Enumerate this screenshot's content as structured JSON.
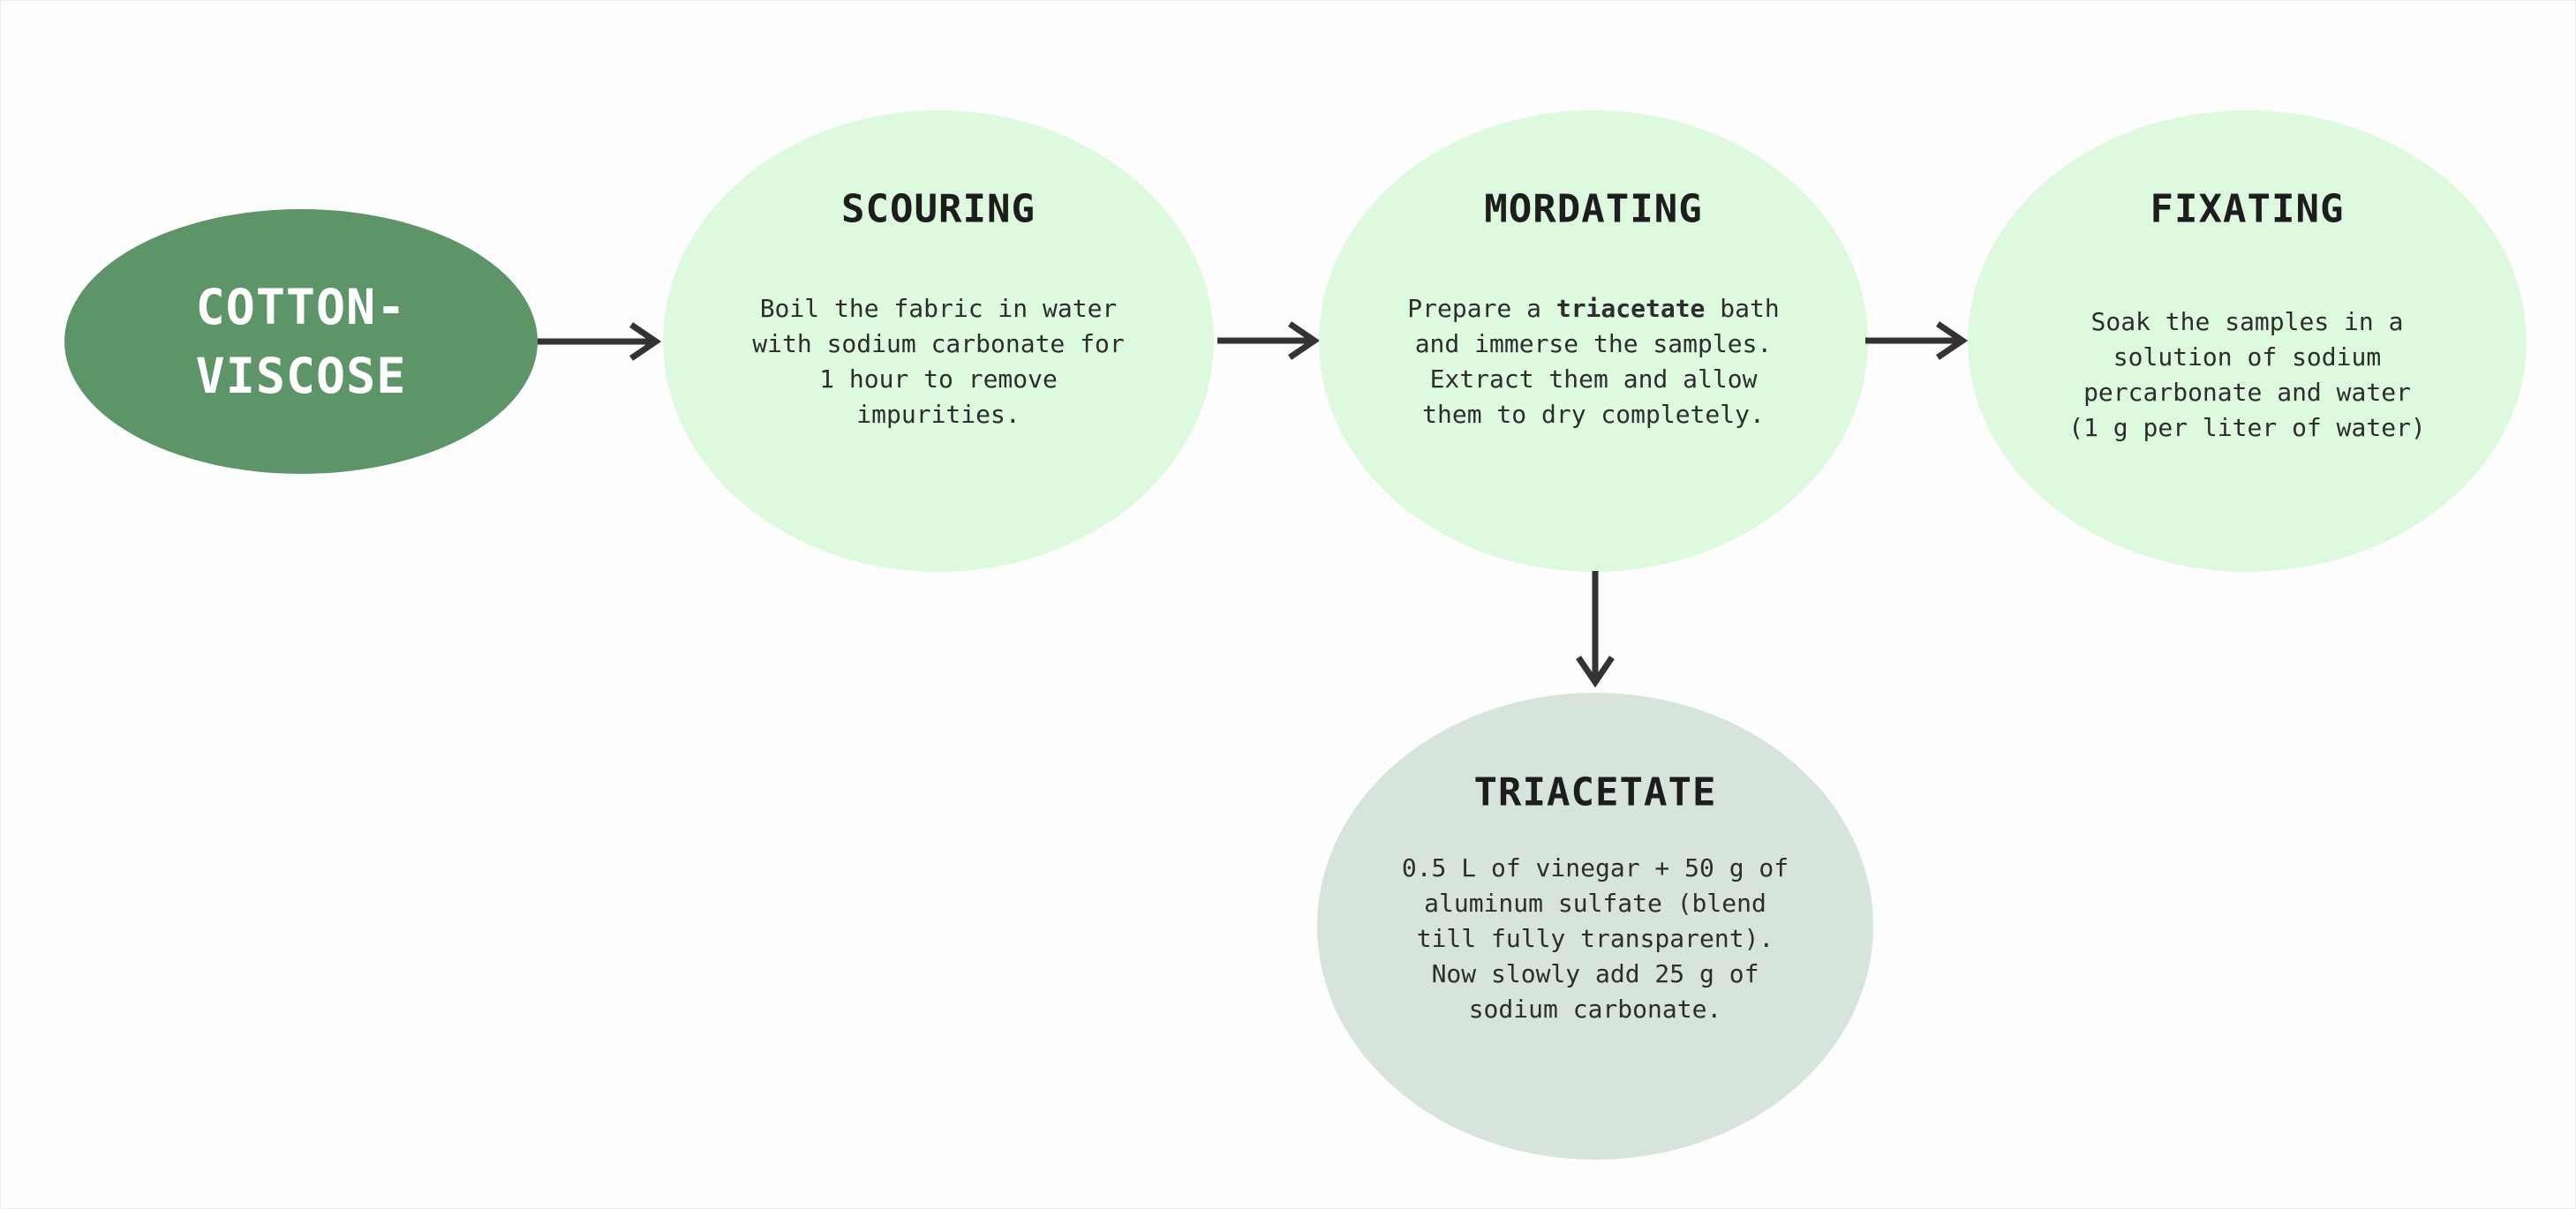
{
  "diagram": {
    "source": {
      "line1": "COTTON-",
      "line2": "VISCOSE"
    },
    "steps": {
      "scouring": {
        "title": "SCOURING",
        "lines": [
          "Boil the fabric in water",
          "with sodium carbonate for",
          "1 hour to remove",
          "impurities."
        ]
      },
      "mordating": {
        "title": "MORDATING",
        "line1": {
          "prefix": "Prepare a ",
          "bold": "triacetate",
          "suffix": " bath"
        },
        "lines_rest": [
          "and immerse the samples.",
          "Extract them and allow",
          "them to dry completely."
        ]
      },
      "fixating": {
        "title": "FIXATING",
        "lines": [
          "Soak the samples in a",
          "solution of sodium",
          "percarbonate and water",
          "(1 g per liter of water)"
        ]
      },
      "triacetate": {
        "title": "TRIACETATE",
        "lines": [
          "0.5 L of vinegar + 50 g of",
          "aluminum sulfate (blend",
          "till fully transparent).",
          "Now slowly add 25 g of",
          "sodium carbonate."
        ]
      }
    },
    "colors": {
      "background": "#fdfdfd",
      "source_fill": "#5d9568",
      "source_text": "#ffffff",
      "step_fill": "#ddfadf",
      "sub_fill": "#d6e4db",
      "arrow": "#333333",
      "title_text": "#1d1d1d",
      "body_text": "#2d2d2d"
    }
  }
}
